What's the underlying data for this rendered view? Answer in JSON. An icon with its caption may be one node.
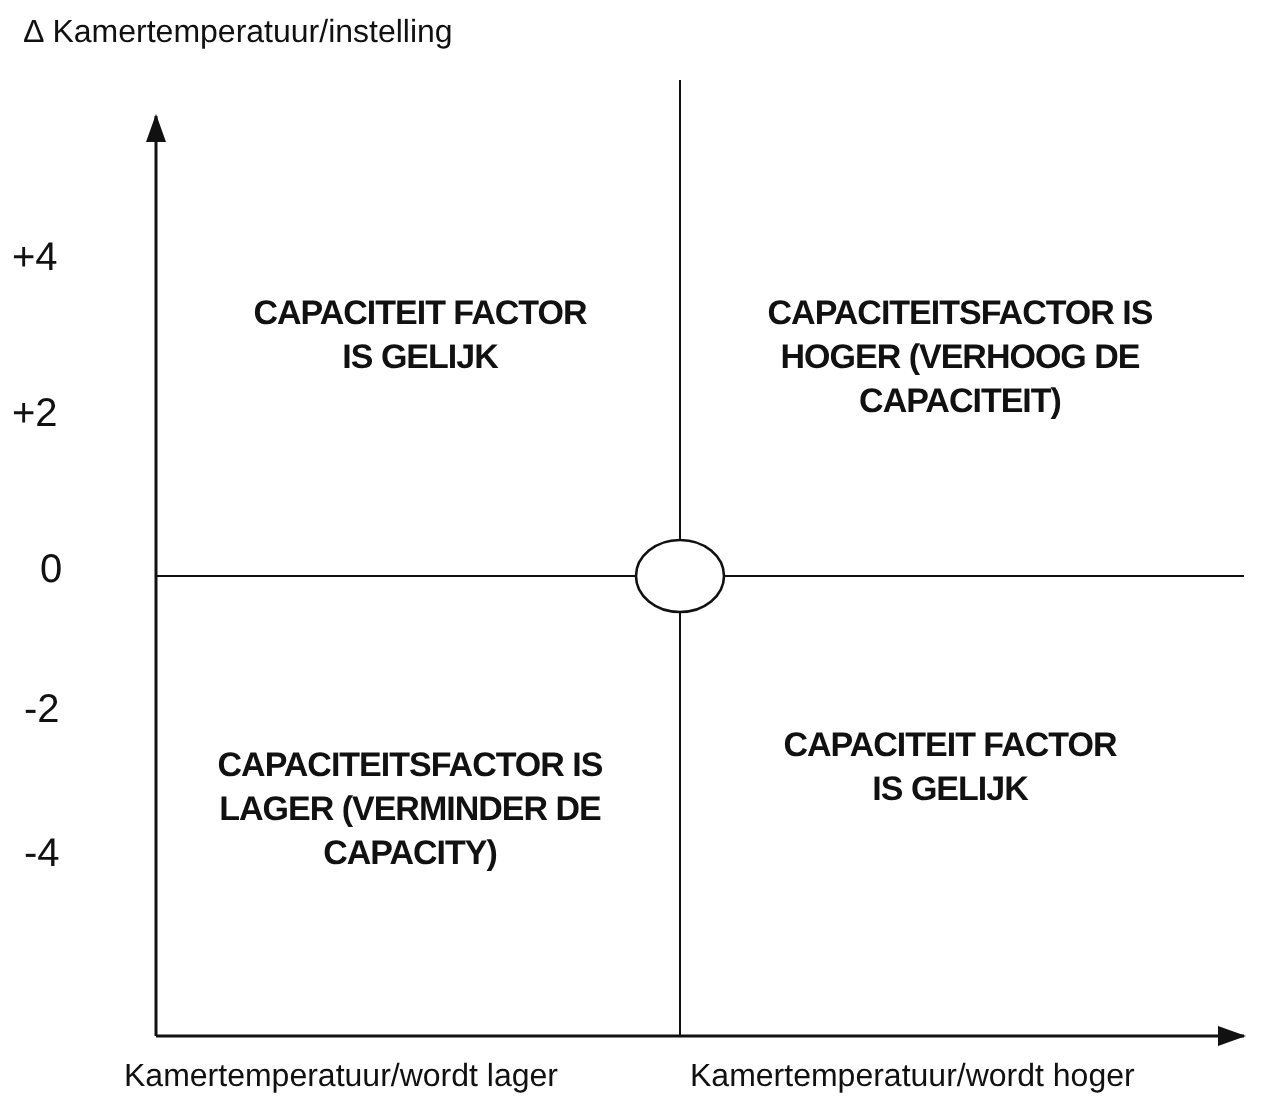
{
  "diagram": {
    "labels": [
      "∆ Kamertemperatuur/instelling",
      "+4",
      "+2",
      "0",
      "-2",
      "-4",
      "CAPACITEIT FACTOR IS GELIJK",
      "CAPACITEITSFACTOR IS HOGER (VERHOOG DE CAPACITEIT)",
      "CAPACITEITSFACTOR IS LAGER (VERMINDER DE CAPACITY)",
      "CAPACITEIT FACTOR IS GELIJK",
      "Kamertemperatuur/wordt lager",
      "Kamertemperatuur/wordt hoger"
    ]
  }
}
